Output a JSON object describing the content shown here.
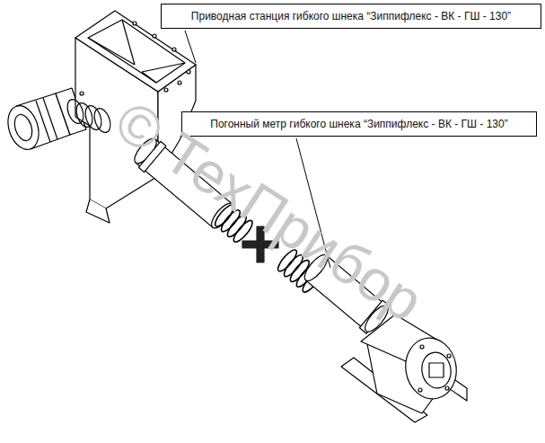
{
  "diagram": {
    "nodes": [
      {
        "text": [
          "Приводная станция гибкого шнека “Зиппифлекс - ВК - ГШ - 130”"
        ]
      },
      {
        "text": [
          "Погонный метр гибкого шнека “Зиппифлекс - ВК - ГШ - 130”"
        ]
      }
    ],
    "labels": [
      "© ТехПрибор"
    ]
  }
}
